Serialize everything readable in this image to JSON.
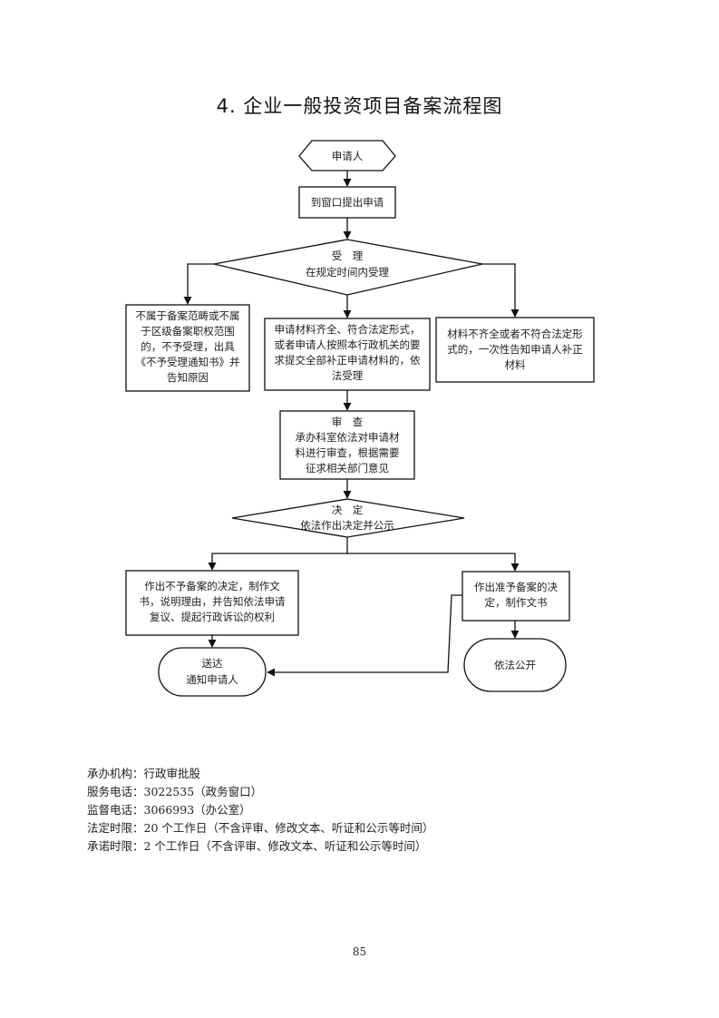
{
  "title": "4. 企业一般投资项目备案流程图",
  "flowchart": {
    "applicant": "申请人",
    "submit": "到窗口提出申请",
    "accept": {
      "title": "受　理",
      "subtitle": "在规定时间内受理"
    },
    "reject_scope": [
      "不属于备案范畴或不属",
      "于区级备案职权范围",
      "的，不予受理，出具",
      "《不予受理通知书》并",
      "告知原因"
    ],
    "accept_complete": [
      "申请材料齐全、符合法定形式，",
      "或者申请人按照本行政机关的要",
      "求提交全部补正申请材料的，依",
      "法受理"
    ],
    "incomplete": [
      "材料不齐全或者不符合法定形",
      "式的，一次性告知申请人补正",
      "材料"
    ],
    "review": {
      "title": "审　查",
      "lines": [
        "承办科室依法对申请材",
        "料进行审查，根据需要",
        "征求相关部门意见"
      ]
    },
    "decision": {
      "title": "决　定",
      "subtitle": "依法作出决定并公示"
    },
    "deny": [
      "作出不予备案的决定，制作文",
      "书，说明理由，并告知依法申请",
      "复议、提起行政诉讼的权利"
    ],
    "approve": [
      "作出准予备案的决",
      "定，制作文书"
    ],
    "deliver": [
      "送达",
      "通知申请人"
    ],
    "publish": "依法公开"
  },
  "footer": [
    "承办机构：行政审批股",
    "服务电话：3022535（政务窗口）",
    "监督电话：3066993（办公室）",
    "法定时限：20 个工作日（不含评审、修改文本、听证和公示等时间）",
    "承诺时限：2 个工作日（不含评审、修改文本、听证和公示等时间）"
  ],
  "page_number": "85"
}
